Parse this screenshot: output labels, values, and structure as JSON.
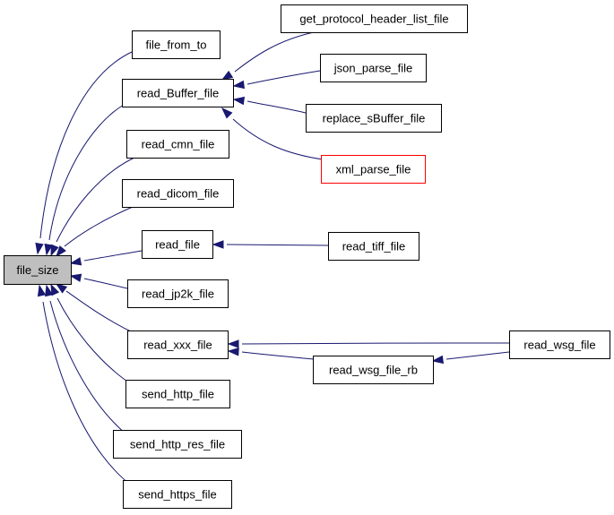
{
  "diagram": {
    "colors": {
      "edge": "#191970",
      "box_border": "#000000",
      "box_fill": "#ffffff",
      "root_fill": "#bfbfbf",
      "highlight_border": "#ff0000"
    },
    "nodes": [
      {
        "id": "file_size",
        "label": "file_size",
        "style": "root"
      },
      {
        "id": "file_from_to",
        "label": "file_from_to",
        "style": "normal"
      },
      {
        "id": "read_Buffer_file",
        "label": "read_Buffer_file",
        "style": "normal"
      },
      {
        "id": "read_cmn_file",
        "label": "read_cmn_file",
        "style": "normal"
      },
      {
        "id": "read_dicom_file",
        "label": "read_dicom_file",
        "style": "normal"
      },
      {
        "id": "read_file",
        "label": "read_file",
        "style": "normal"
      },
      {
        "id": "read_jp2k_file",
        "label": "read_jp2k_file",
        "style": "normal"
      },
      {
        "id": "read_xxx_file",
        "label": "read_xxx_file",
        "style": "normal"
      },
      {
        "id": "send_http_file",
        "label": "send_http_file",
        "style": "normal"
      },
      {
        "id": "send_http_res_file",
        "label": "send_http_res_file",
        "style": "normal"
      },
      {
        "id": "send_https_file",
        "label": "send_https_file",
        "style": "normal"
      },
      {
        "id": "get_protocol_header_list_file",
        "label": "get_protocol_header_list_file",
        "style": "normal"
      },
      {
        "id": "json_parse_file",
        "label": "json_parse_file",
        "style": "normal"
      },
      {
        "id": "replace_sBuffer_file",
        "label": "replace_sBuffer_file",
        "style": "normal"
      },
      {
        "id": "xml_parse_file",
        "label": "xml_parse_file",
        "style": "highlight"
      },
      {
        "id": "read_tiff_file",
        "label": "read_tiff_file",
        "style": "normal"
      },
      {
        "id": "read_wsg_file_rb",
        "label": "read_wsg_file_rb",
        "style": "normal"
      },
      {
        "id": "read_wsg_file",
        "label": "read_wsg_file",
        "style": "normal"
      }
    ],
    "edges": [
      {
        "from": "file_from_to",
        "to": "file_size"
      },
      {
        "from": "read_Buffer_file",
        "to": "file_size"
      },
      {
        "from": "read_cmn_file",
        "to": "file_size"
      },
      {
        "from": "read_dicom_file",
        "to": "file_size"
      },
      {
        "from": "read_file",
        "to": "file_size"
      },
      {
        "from": "read_jp2k_file",
        "to": "file_size"
      },
      {
        "from": "read_xxx_file",
        "to": "file_size"
      },
      {
        "from": "send_http_file",
        "to": "file_size"
      },
      {
        "from": "send_http_res_file",
        "to": "file_size"
      },
      {
        "from": "send_https_file",
        "to": "file_size"
      },
      {
        "from": "get_protocol_header_list_file",
        "to": "read_Buffer_file"
      },
      {
        "from": "json_parse_file",
        "to": "read_Buffer_file"
      },
      {
        "from": "replace_sBuffer_file",
        "to": "read_Buffer_file"
      },
      {
        "from": "xml_parse_file",
        "to": "read_Buffer_file"
      },
      {
        "from": "read_tiff_file",
        "to": "read_file"
      },
      {
        "from": "read_wsg_file",
        "to": "read_xxx_file"
      },
      {
        "from": "read_wsg_file_rb",
        "to": "read_xxx_file"
      },
      {
        "from": "read_wsg_file",
        "to": "read_wsg_file_rb"
      }
    ]
  }
}
